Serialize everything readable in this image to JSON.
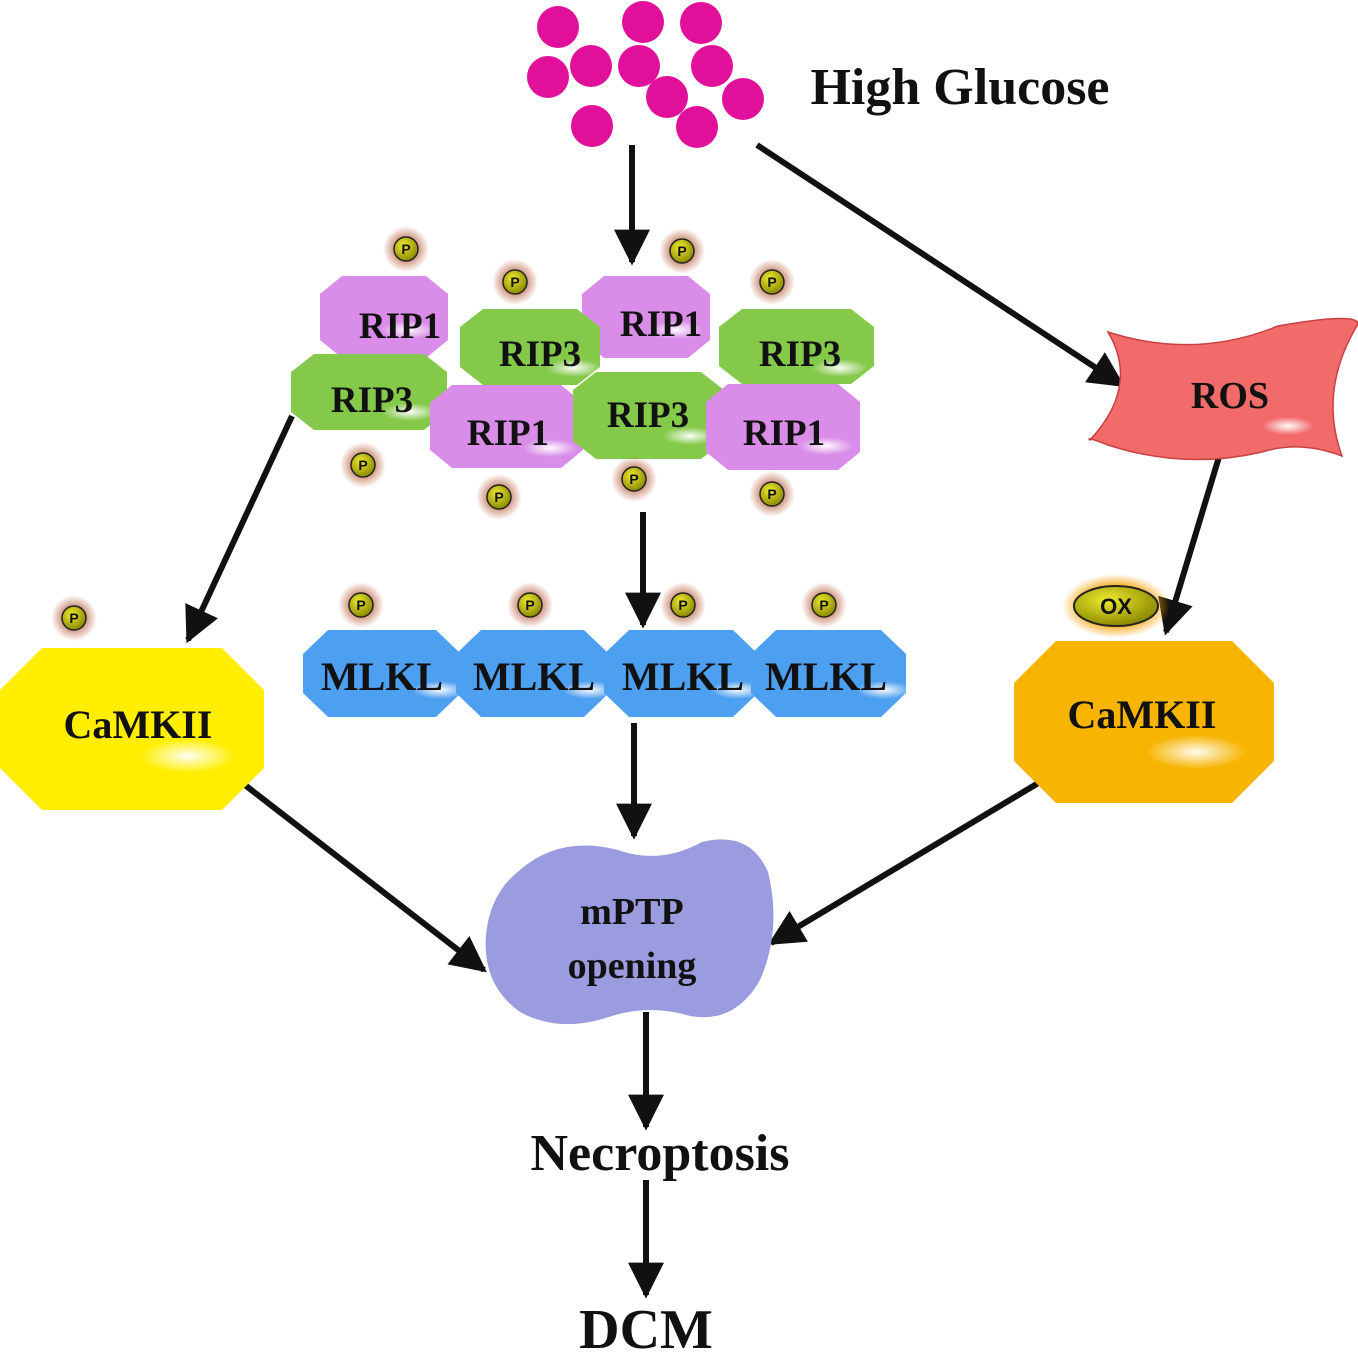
{
  "labels": {
    "stimulus": "High Glucose",
    "rip1": "RIP1",
    "rip3": "RIP3",
    "mlkl": "MLKL",
    "camkii": "CaMKII",
    "ros": "ROS",
    "mptp_line1": "mPTP",
    "mptp_line2": "opening",
    "necroptosis": "Necroptosis",
    "dcm": "DCM"
  },
  "marks": {
    "phospho": "P",
    "oxidized": "OX"
  },
  "colors": {
    "glucose": "#e0109a",
    "rip1": "#d98ce8",
    "rip3": "#84c94a",
    "mlkl": "#4d9ff0",
    "camkii_phospho": "#ffee00",
    "camkii_ox": "#f7b400",
    "ros": "#f26b6b",
    "mptp": "#9b9be0",
    "phospho_ball": "#c9c400",
    "arrow": "#111111"
  }
}
